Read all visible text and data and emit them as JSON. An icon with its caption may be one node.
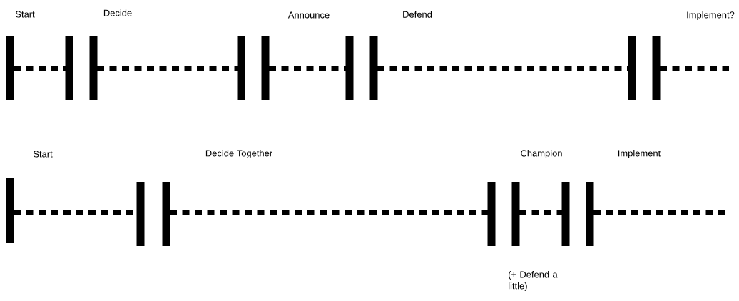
{
  "diagram": {
    "labels": [
      "Start",
      "Decide",
      "Announce",
      "Defend",
      "Implement?",
      "Start",
      "Decide Together",
      "Champion",
      "Implement",
      "(+ Defend a little)"
    ]
  }
}
